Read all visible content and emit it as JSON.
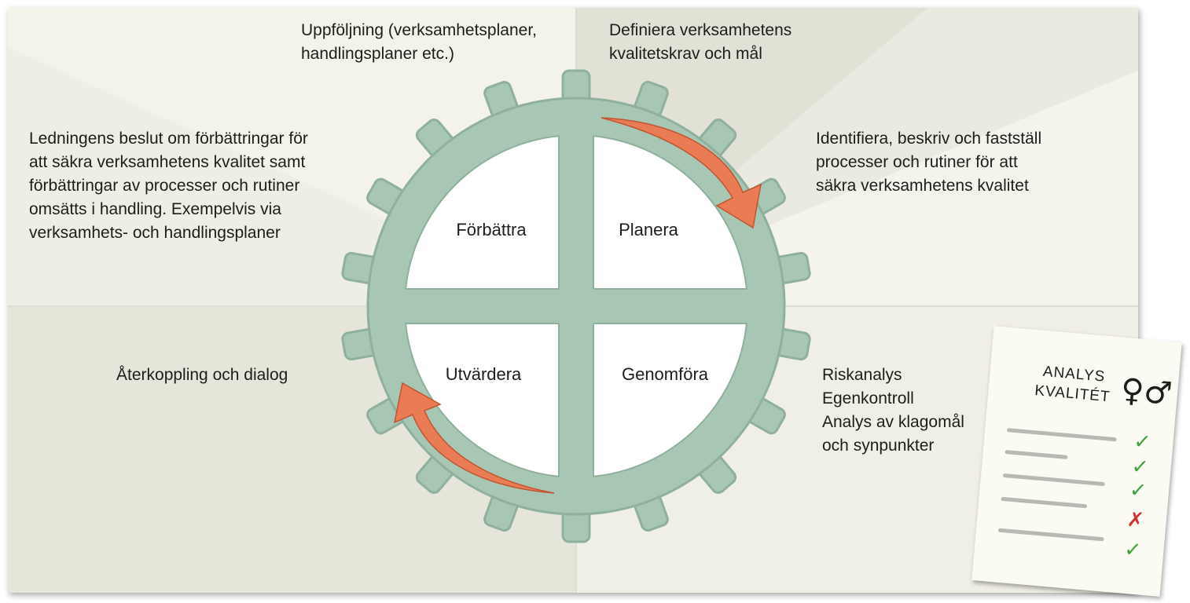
{
  "diagram": {
    "quadrants": {
      "forbattra": "Förbättra",
      "planera": "Planera",
      "utvardera": "Utvärdera",
      "genomfora": "Genomföra"
    },
    "notes": {
      "top_left": "Uppföljning (verksamhetsplaner,\nhandlingsplaner etc.)",
      "top_right": "Definiera verksamhetens\nkvalitetskrav och mål",
      "left": "Ledningens beslut om förbättringar för\natt säkra verksamhetens kvalitet samt\nförbättringar av processer och rutiner\nomsätts i handling. Exempelvis via\nverksamhets- och handlingsplaner",
      "right": "Identifiera, beskriv och fastställ\nprocesser och rutiner för att\nsäkra verksamhetens kvalitet",
      "bottom_left": "Återkoppling och dialog",
      "bottom_right": "Riskanalys\nEgenkontroll\nAnalys av klagomål\noch synpunkter"
    },
    "document": {
      "title": "ANALYS\nKVALITÉT",
      "symbol": "♀♂",
      "check_glyph": "✓",
      "cross_glyph": "✗",
      "marks": [
        "check",
        "check",
        "check",
        "cross",
        "check"
      ]
    },
    "colors": {
      "gear_fill": "#a7c6b3",
      "gear_stroke": "#8fb09c",
      "arrow": "#e97b55",
      "paper": "#efeee4",
      "check": "#3fa13a",
      "cross": "#d2332f"
    }
  }
}
